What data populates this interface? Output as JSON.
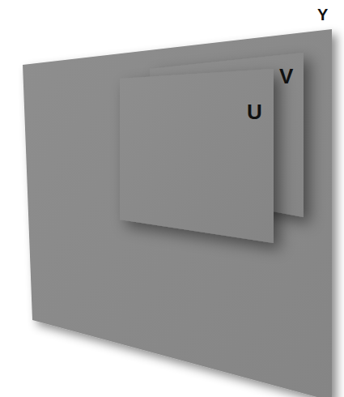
{
  "diagram": {
    "nodes": [
      {
        "text": [
          "Y"
        ]
      },
      {
        "text": [
          "V"
        ],
        "in": 0
      },
      {
        "text": [
          "U"
        ],
        "in": 0
      }
    ]
  }
}
